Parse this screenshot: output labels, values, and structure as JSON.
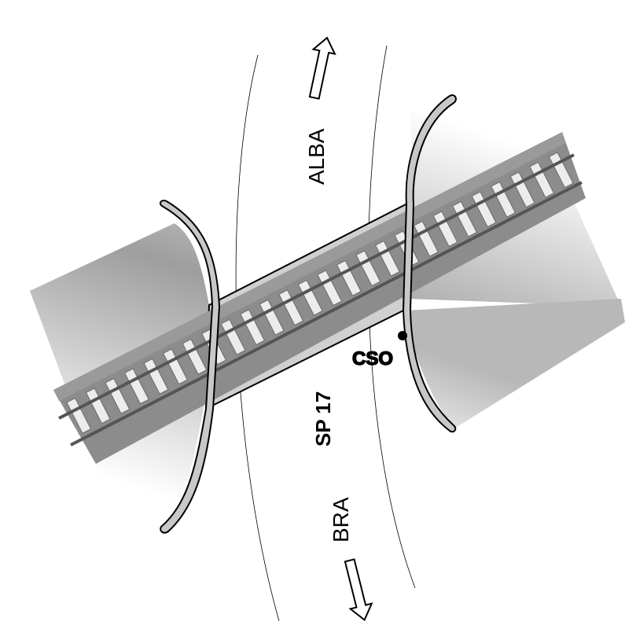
{
  "labels": {
    "north": "ALBA",
    "south": "BRA",
    "road": "SP 17",
    "marker": "CSO"
  },
  "colors": {
    "embankment_light": "#ffffff",
    "embankment_dark": "#a8a8a8",
    "wall": "#c6c6c6",
    "ballast": "#8c8c8c",
    "rail": "#555555",
    "sleeper": "#e8e8e8",
    "ink": "#000000"
  },
  "icons": [
    "arrow-up-icon",
    "arrow-down-icon",
    "marker-dot-icon"
  ]
}
